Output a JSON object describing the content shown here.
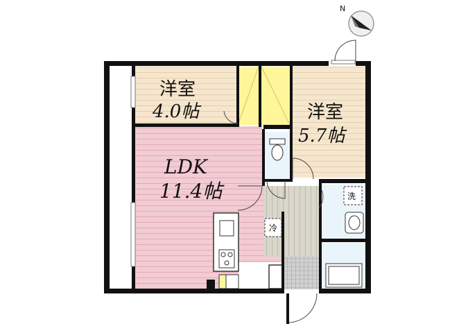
{
  "compass": {
    "label": "N"
  },
  "rooms": {
    "western_a": {
      "name": "洋室",
      "size": "4.0帖"
    },
    "western_b": {
      "name": "洋室",
      "size": "5.7帖"
    },
    "ldk": {
      "name": "LDK",
      "size": "11.4帖"
    }
  },
  "symbols": {
    "refrigerator": "冷",
    "washer": "洗"
  },
  "colors": {
    "wall": "#111111",
    "ldk_floor": "#f2cbd3",
    "ldk_line": "#e3a9b7",
    "western_floor": "#f6e6cd",
    "western_line": "#e2cfae",
    "closet": "#fff59a",
    "hall_floor": "#d9d7cc",
    "hall_line": "#bdbaa9",
    "bath_fill": "#eaf4fb",
    "entrance": "#c9c9c9"
  }
}
